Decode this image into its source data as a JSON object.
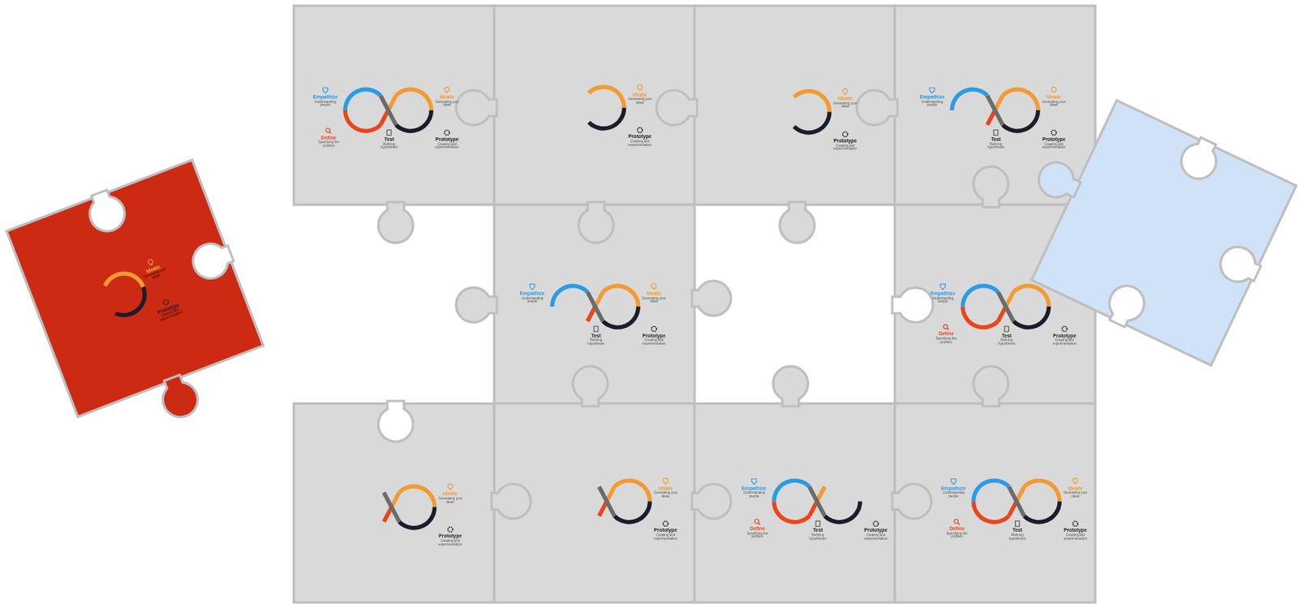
{
  "diagram": {
    "nodes": [
      {
        "text": [
          "Empathize",
          "Understanding people",
          "Ideate",
          "Generating your ideas",
          "Define",
          "Specifying the problem",
          "Test",
          "Refining hypotheses",
          "Prototype",
          "Creating and experimentation"
        ]
      },
      {
        "text": [
          "Ideate",
          "Generating your ideas",
          "Prototype",
          "Creating and experimentation"
        ]
      },
      {
        "text": [
          "Ideate",
          "Generating your ideas",
          "Prototype",
          "Creating and experimentation"
        ]
      },
      {
        "text": [
          "Empathize",
          "Understanding people",
          "Ideate",
          "Generating your ideas",
          "Test",
          "Refining hypotheses",
          "Prototype",
          "Creating and experimentation"
        ]
      },
      {
        "text": [
          "Empathize",
          "Understanding people",
          "Ideate",
          "Generating your ideas",
          "Test",
          "Refining hypotheses",
          "Prototype",
          "Creating and experimentation"
        ]
      },
      {
        "text": [
          "Empathize",
          "Understanding people",
          "Define",
          "Specifying the problem",
          "Test",
          "Refining hypotheses",
          "Prototype",
          "Creating and experimentation"
        ]
      },
      {
        "text": [
          "Ideate",
          "Generating your ideas",
          "Prototype",
          "Creating and experimentation"
        ]
      },
      {
        "text": [
          "Ideate",
          "Generating your ideas",
          "Prototype",
          "Creating and experimentation"
        ]
      },
      {
        "text": [
          "Empathize",
          "Understanding people",
          "Define",
          "Specifying the problem",
          "Test",
          "Refining hypotheses",
          "Prototype",
          "Creating and experimentation"
        ]
      },
      {
        "text": [
          "Empathize",
          "Understanding people",
          "Ideate",
          "Generating your ideas",
          "Define",
          "Specifying the problem",
          "Test",
          "Refining hypotheses",
          "Prototype",
          "Creating and experimentation"
        ]
      },
      {
        "text": [
          "Ideate",
          "Generating your ideas",
          "Prototype",
          "Creating and experimentation"
        ]
      }
    ]
  }
}
